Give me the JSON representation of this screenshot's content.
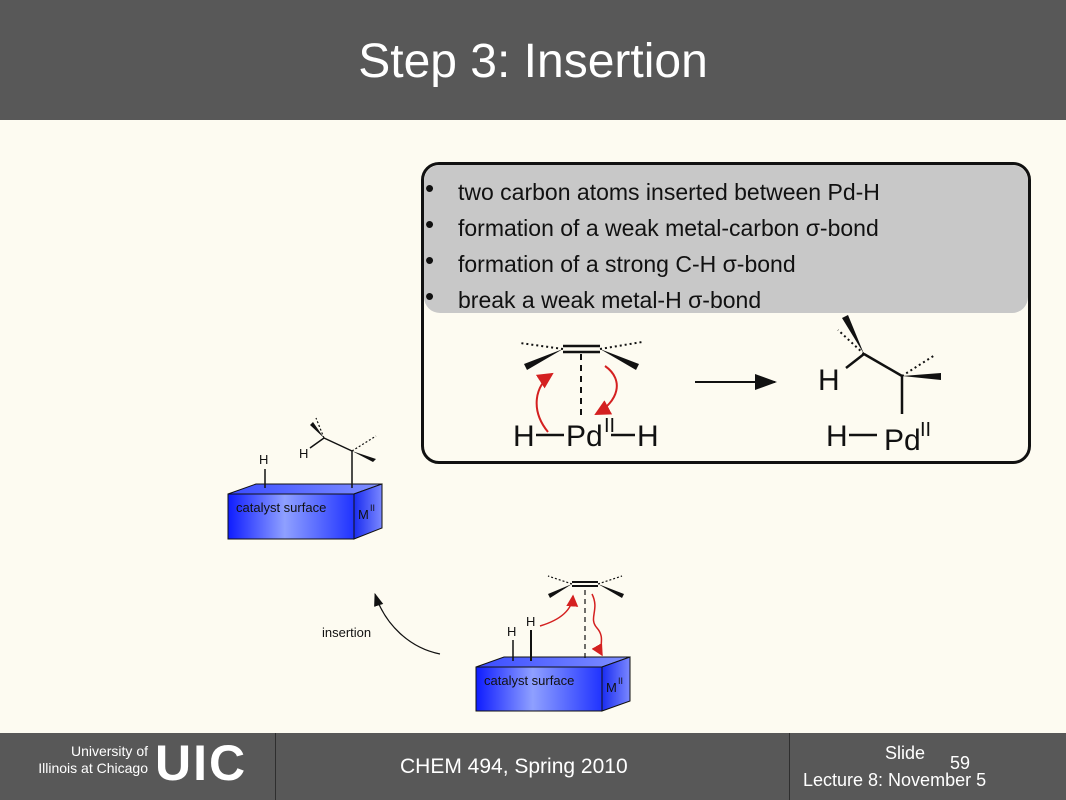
{
  "title": "Step 3: Insertion",
  "bullets": [
    "two carbon atoms inserted between Pd-H",
    "formation of a weak metal-carbon σ-bond",
    "formation of a strong C-H σ-bond",
    "break a weak metal-H σ-bond"
  ],
  "scheme": {
    "left_h1": "H",
    "left_pd": "Pd",
    "left_ox": "II",
    "left_h2": "H",
    "right_h_top": "H",
    "right_h": "H",
    "right_pd": "Pd",
    "right_ox": "II"
  },
  "cycle": {
    "upper_surface_label": "catalyst surface",
    "upper_metal": "M",
    "upper_ox": "II",
    "upper_h1": "H",
    "upper_h2": "H",
    "insertion_label": "insertion",
    "lower_surface_label": "catalyst surface",
    "lower_metal": "M",
    "lower_ox": "II",
    "lower_h1": "H",
    "lower_h2": "H"
  },
  "footer": {
    "university_line1": "University of",
    "university_line2": "Illinois at Chicago",
    "logo": "UIC",
    "course": "CHEM 494, Spring 2010",
    "slide_label": "Slide",
    "slide_number": "59",
    "lecture": "Lecture 8:  November 5"
  },
  "colors": {
    "header_bg": "#585858",
    "slide_bg": "#fdfbf1",
    "arrow_red": "#d42020",
    "surface_blue": "#1a2cff"
  }
}
